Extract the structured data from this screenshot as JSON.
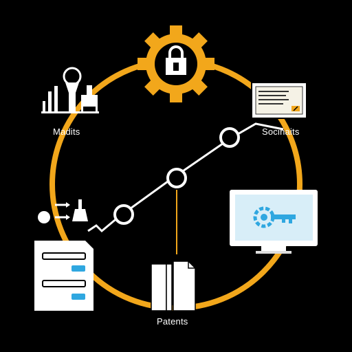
{
  "labels": {
    "top_left": "Madits",
    "top_right": "Socinaits",
    "bottom": "Patents"
  },
  "colors": {
    "background": "#000000",
    "ring": "#F2A71B",
    "foreground": "#FFFFFF",
    "accent_blue": "#2FA7E0"
  },
  "icons": [
    "gear-lock-icon",
    "idea-chart-icon",
    "document-icon",
    "monitor-gear-key-icon",
    "process-flow-icon",
    "form-list-icon",
    "folder-document-icon"
  ]
}
